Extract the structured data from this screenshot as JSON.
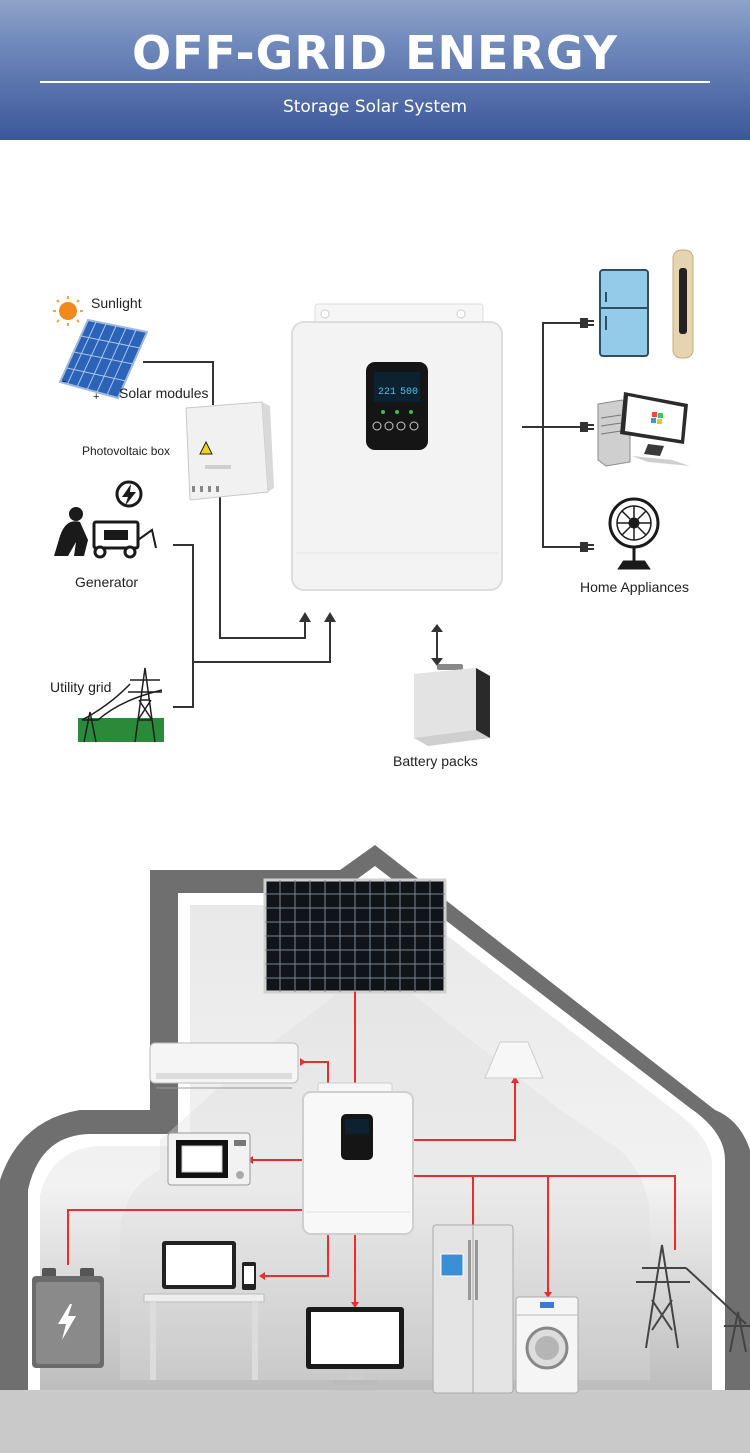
{
  "header": {
    "title": "OFF-GRID ENERGY",
    "subtitle": "Storage Solar System"
  },
  "diagram": {
    "labels": {
      "sunlight": "Sunlight",
      "solar_modules": "Solar modules",
      "pv_box": "Photovoltaic box",
      "generator": "Generator",
      "utility_grid": "Utility grid",
      "battery_packs": "Battery packs",
      "home_appliances": "Home Appliances",
      "minus": "-",
      "plus": "+"
    },
    "inverter_display": {
      "left": "221",
      "right": "500"
    }
  },
  "colors": {
    "banner_top": "#8ea3c9",
    "banner_bottom": "#3c5799",
    "wire": "#333333",
    "house_wire": "#e53030",
    "house_gray": "#6f6f6f"
  }
}
